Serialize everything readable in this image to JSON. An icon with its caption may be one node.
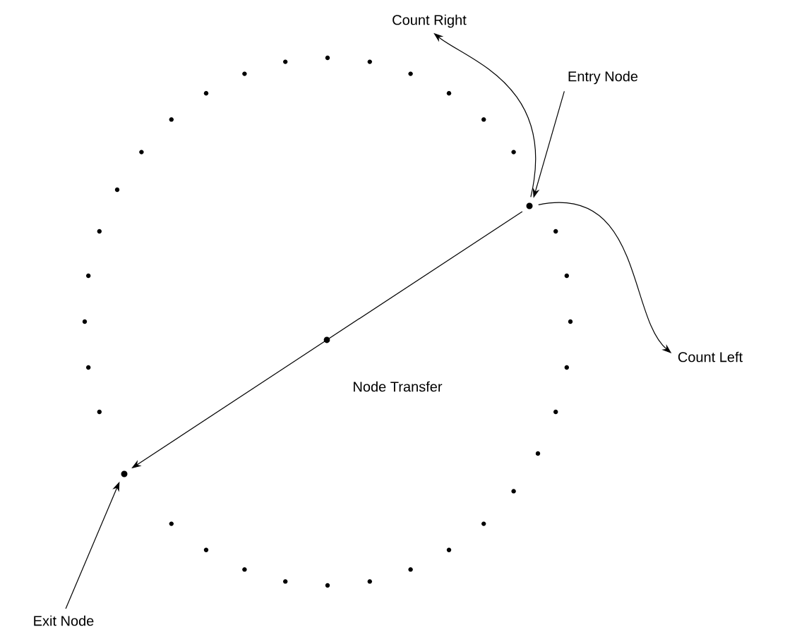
{
  "diagram": {
    "nodes": [
      {
        "text": [
          "Count Right"
        ]
      },
      {
        "text": [
          "Entry Node"
        ]
      },
      {
        "text": [
          "Count Left"
        ]
      },
      {
        "text": [],
        "shape": "circle"
      },
      {
        "text": [],
        "shape": "circle"
      },
      {
        "text": [
          "Exit Node"
        ]
      }
    ],
    "edges": [
      {
        "from": 1,
        "to": 3,
        "arrow": "to"
      },
      {
        "from": 3,
        "to": 0,
        "arrow": "to"
      },
      {
        "from": 3,
        "to": 2,
        "arrow": "to"
      },
      {
        "from": 3,
        "to": 4,
        "arrow": "to",
        "label": "Node Transfer"
      },
      {
        "from": 5,
        "to": 4,
        "arrow": "to"
      }
    ]
  }
}
